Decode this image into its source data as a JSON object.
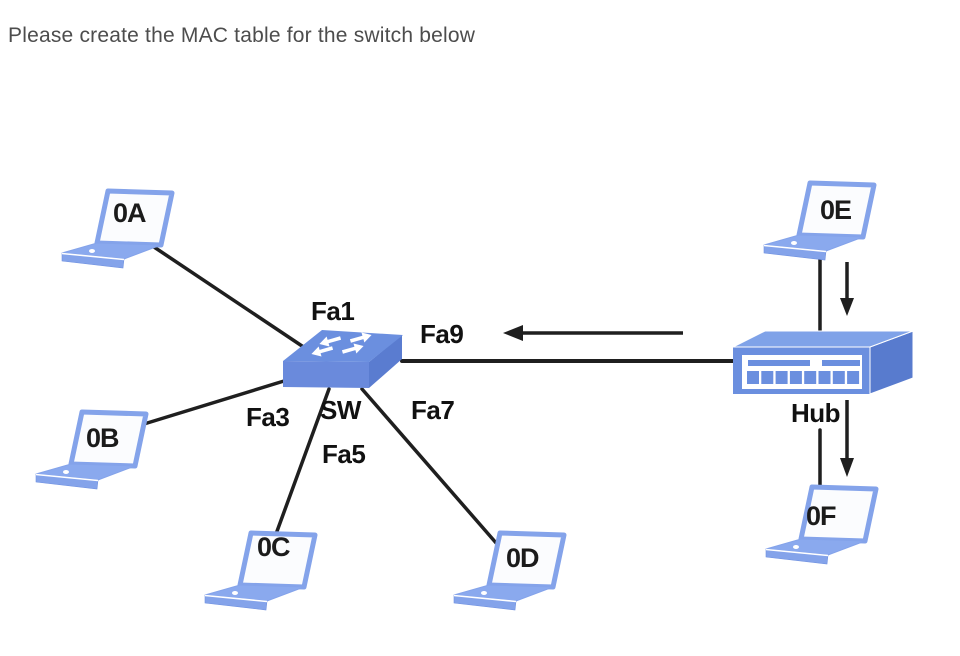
{
  "title": "Please create the MAC table for the switch below",
  "diagram": {
    "laptops": [
      {
        "label": "0A"
      },
      {
        "label": "0B"
      },
      {
        "label": "0C"
      },
      {
        "label": "0D"
      },
      {
        "label": "0E"
      },
      {
        "label": "0F"
      }
    ],
    "switch": {
      "name": "SW",
      "ports": {
        "fa1": "Fa1",
        "fa3": "Fa3",
        "fa5": "Fa5",
        "fa7": "Fa7",
        "fa9": "Fa9"
      }
    },
    "hub": {
      "name": "Hub"
    },
    "icons": {
      "laptop": "laptop-icon",
      "switch": "switch-icon",
      "hub": "hub-icon",
      "direction_arrow": "direction-arrow-icon"
    },
    "colors": {
      "device_blue": "#6B8FDF",
      "device_blue_dark": "#5A7CD0",
      "hub_top_blue": "#7FA2E8",
      "laptop_blue": "#84A3EA",
      "line_black": "#1f1f1f",
      "title_gray": "#4d4d4d"
    }
  }
}
